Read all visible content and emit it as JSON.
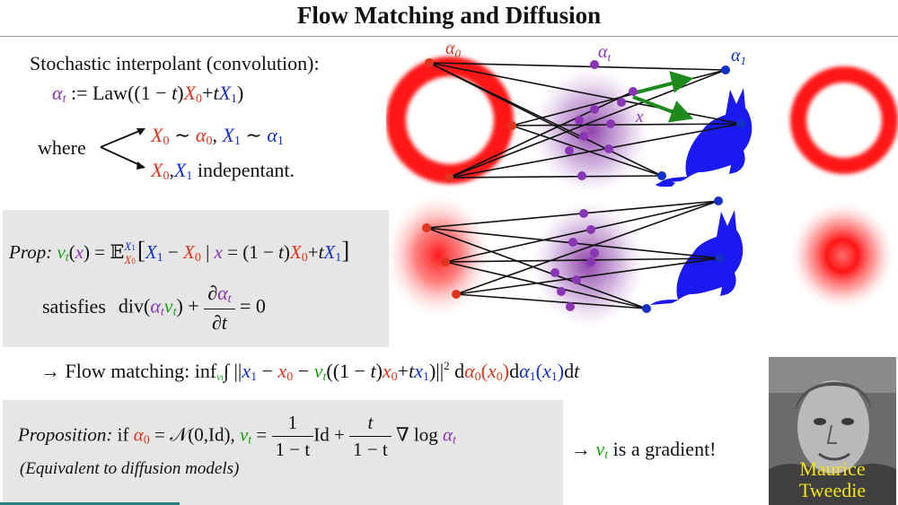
{
  "title": "Flow Matching and Diffusion",
  "interp": {
    "heading": "Stochastic interpolant (convolution):",
    "lhs": "α",
    "lhs_sub": "t",
    "assign": " := Law((1 − ",
    "t1": "t",
    "mid": ")",
    "x0": "X",
    "x0_sub": "0",
    "plus": "+",
    "t2": "t",
    "x1": "X",
    "x1_sub": "1",
    "close": ")"
  },
  "where": {
    "label": "where",
    "line1_x0": "X",
    "line1_x0_sub": "0",
    "line1_tilde0": " ∼ ",
    "line1_a0": "α",
    "line1_a0_sub": "0",
    "line1_comma": ", ",
    "line1_x1": "X",
    "line1_x1_sub": "1",
    "line1_tilde1": " ∼ ",
    "line1_a1": "α",
    "line1_a1_sub": "1",
    "line2_x0": "X",
    "line2_x0_sub": "0",
    "line2_comma": ",",
    "line2_x1": "X",
    "line2_x1_sub": "1",
    "line2_text": " indepentant",
    "line2_end": "."
  },
  "prop": {
    "label": "Prop:",
    "v": "v",
    "v_sub": "t",
    "open": "(",
    "x": "x",
    "close_eq": ") = 𝔼",
    "e_sup": "X",
    "e_sup_sub": "1",
    "e_sub": "X",
    "e_sub_sub": "0",
    "bracket_open": "[",
    "X1": "X",
    "X1_sub": "1",
    "minus": " − ",
    "X0": "X",
    "X0_sub": "0",
    "bar": " | ",
    "xc": "x",
    "eqpart": " = (1 − ",
    "t": "t",
    "paren": ")",
    "X0b": "X",
    "X0b_sub": "0",
    "plus": "+",
    "tb": "t",
    "X1b": "X",
    "X1b_sub": "1",
    "bracket_close": "]",
    "satisfies": "satisfies",
    "div": "div(",
    "alpha": "α",
    "alpha_sub": "t",
    "vv": "v",
    "vv_sub": "t",
    "div_close": ") +",
    "num_d": "∂",
    "num_a": "α",
    "num_a_sub": "t",
    "den": "∂",
    "den_t": "t",
    "eq0": "= 0"
  },
  "flow": {
    "arrow": "→ Flow matching: inf",
    "inf_sub": "v",
    "inf_sub_sub": "t",
    "integral": "∫ ||",
    "x1": "x",
    "x1_sub": "1",
    "m1": " − ",
    "x0": "x",
    "x0_sub": "0",
    "m2": " − ",
    "v": "v",
    "v_sub": "t",
    "open": "((1 − ",
    "t": "t",
    "close": ")",
    "x0b": "x",
    "x0b_sub": "0",
    "plus": "+",
    "tb": "t",
    "x1b": "x",
    "x1b_sub": "1",
    "norm": ")||",
    "sq": "2",
    "d1": " d",
    "a0": "α",
    "a0_sub": "0",
    "p0o": "(",
    "px0": "x",
    "px0_sub": "0",
    "p0c": ")",
    "d2": "d",
    "a1": "α",
    "a1_sub": "1",
    "p1o": "(",
    "px1": "x",
    "px1_sub": "1",
    "p1c": ")",
    "dt": "d",
    "dtt": "t"
  },
  "proposition": {
    "label": "Proposition:",
    "if": " if ",
    "a0": "α",
    "a0_sub": "0",
    "eq": " = 𝒩(0,Id), ",
    "v": "v",
    "v_sub": "t",
    "eq2": " = ",
    "f1_num": "1",
    "f1_den": "1 − t",
    "id": "Id +",
    "f2_num": "t",
    "f2_den": "1 − t",
    "grad": "∇ log ",
    "alpha": "α",
    "alpha_sub": "t",
    "note": "(Equivalent to diffusion models)"
  },
  "gradient": {
    "arrow": "→ ",
    "v": "v",
    "v_sub": "t",
    "text": " is a gradient!"
  },
  "diagram": {
    "label_a0": "α",
    "label_a0_sub": "0",
    "label_at": "α",
    "label_at_sub": "t",
    "label_a1": "α",
    "label_a1_sub": "1",
    "label_x": "x"
  },
  "photo_caption": {
    "line1": "Maurice",
    "line2": "Tweedie"
  },
  "colors": {
    "red": "#e0341c",
    "blue": "#1330c9",
    "purple": "#8a35b5",
    "green": "#14a314"
  }
}
